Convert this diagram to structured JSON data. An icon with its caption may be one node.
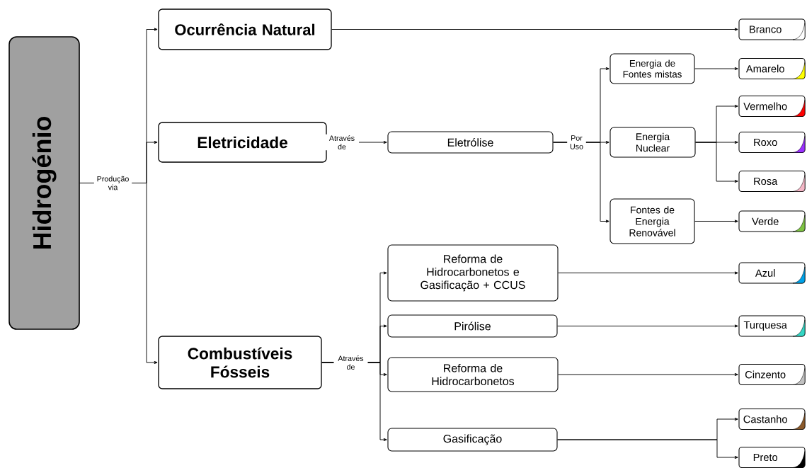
{
  "diagram": {
    "nodes": [
      {
        "text": [
          "Hidrogénio"
        ]
      },
      {
        "text": [
          "Ocurrência Natural"
        ]
      },
      {
        "text": [
          "Eletricidade"
        ]
      },
      {
        "text": [
          "Combustíveis Fósseis"
        ]
      },
      {
        "text": [
          "Eletrólise"
        ]
      },
      {
        "text": [
          "Energia de Fontes mistas"
        ]
      },
      {
        "text": [
          "Energia Nuclear"
        ]
      },
      {
        "text": [
          "Fontes de Energia Renovável"
        ]
      },
      {
        "text": [
          "Reforma de Hidrocarbonetos e Gasificação + CCUS"
        ]
      },
      {
        "text": [
          "Pirólise"
        ]
      },
      {
        "text": [
          "Reforma de Hidrocarbonetos"
        ]
      },
      {
        "text": [
          "Gasificação"
        ]
      },
      {
        "text": [
          "Branco"
        ]
      },
      {
        "text": [
          "Amarelo"
        ]
      },
      {
        "text": [
          "Vermelho"
        ]
      },
      {
        "text": [
          "Roxo"
        ]
      },
      {
        "text": [
          "Rosa"
        ]
      },
      {
        "text": [
          "Verde"
        ]
      },
      {
        "text": [
          "Azul"
        ]
      },
      {
        "text": [
          "Turquesa"
        ]
      },
      {
        "text": [
          "Cinzento"
        ]
      },
      {
        "text": [
          "Castanho"
        ]
      },
      {
        "text": [
          "Preto"
        ]
      }
    ],
    "edges": [
      {
        "from": 0,
        "to": 1,
        "arrow": "to",
        "label": "Produção via"
      },
      {
        "from": 0,
        "to": 2,
        "arrow": "to"
      },
      {
        "from": 0,
        "to": 3,
        "arrow": "to"
      },
      {
        "from": 1,
        "to": 12,
        "arrow": "to"
      },
      {
        "from": 2,
        "to": 4,
        "arrow": "to",
        "label": "Através de"
      },
      {
        "from": 4,
        "to": 5,
        "arrow": "to",
        "label": "Por Uso"
      },
      {
        "from": 4,
        "to": 6,
        "arrow": "to"
      },
      {
        "from": 4,
        "to": 7,
        "arrow": "to"
      },
      {
        "from": 5,
        "to": 13,
        "arrow": "to"
      },
      {
        "from": 6,
        "to": 14,
        "arrow": "to"
      },
      {
        "from": 6,
        "to": 15,
        "arrow": "to"
      },
      {
        "from": 6,
        "to": 16,
        "arrow": "to"
      },
      {
        "from": 7,
        "to": 17,
        "arrow": "to"
      },
      {
        "from": 3,
        "to": 8,
        "arrow": "to",
        "label": "Através de"
      },
      {
        "from": 3,
        "to": 9,
        "arrow": "to"
      },
      {
        "from": 3,
        "to": 10,
        "arrow": "to"
      },
      {
        "from": 3,
        "to": 11,
        "arrow": "to"
      },
      {
        "from": 8,
        "to": 18,
        "arrow": "to"
      },
      {
        "from": 9,
        "to": 19,
        "arrow": "to"
      },
      {
        "from": 10,
        "to": 20,
        "arrow": "to"
      },
      {
        "from": 11,
        "to": 21,
        "arrow": "to"
      },
      {
        "from": 11,
        "to": 22,
        "arrow": "to"
      }
    ]
  }
}
